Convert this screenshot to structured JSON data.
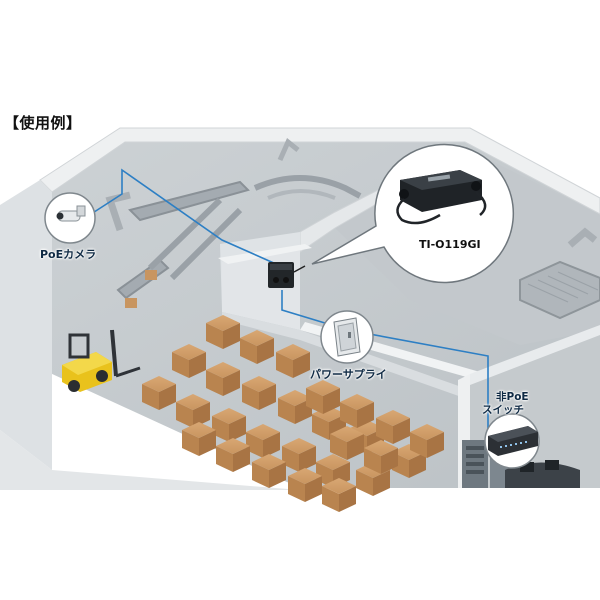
{
  "heading": "【使用例】",
  "labels": {
    "camera": "PoEカメラ",
    "power_supply": "パワーサプライ",
    "switch_line1": "非PoE",
    "switch_line2": "スイッチ",
    "product_model": "TI-O119GI"
  },
  "colors": {
    "cable": "#2d7fc4",
    "floor": "#c6cccf",
    "wall_top": "#e9ecee",
    "wall_face": "#d5d9dc",
    "box": "#c8945e",
    "forklift": "#e9c21c"
  },
  "icons": [
    "camera-icon",
    "power-injector-icon",
    "door-panel-icon",
    "network-switch-icon",
    "forklift-icon",
    "conveyor-icon",
    "rack-icon"
  ]
}
